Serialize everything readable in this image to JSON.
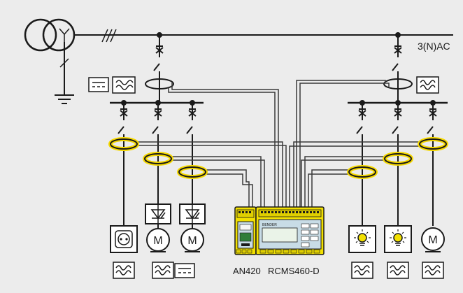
{
  "system_label": "3(N)AC",
  "device_labels": {
    "an420": "AN420",
    "rcms460": "RCMS460-D"
  },
  "device_brand": "BENDER",
  "symbols": {
    "dc_symbol": "===",
    "motor_symbol": "M"
  },
  "colors": {
    "background": "#ececec",
    "line": "#1a1a1a",
    "ct_highlight": "#f5d800",
    "device_yellow": "#f2e000",
    "display_blue": "#c8dce6"
  }
}
